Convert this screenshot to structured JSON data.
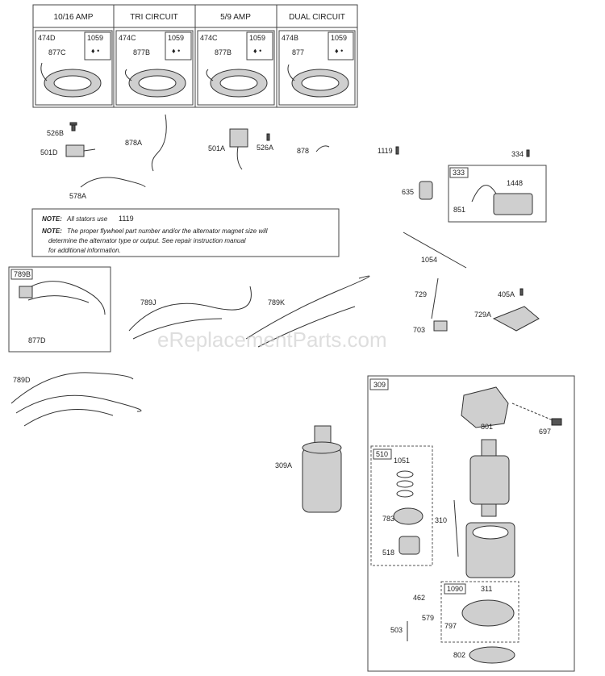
{
  "stators": [
    {
      "header": "10/16 AMP",
      "kit": "474D",
      "screw": "1059",
      "part": "877C"
    },
    {
      "header": "TRI CIRCUIT",
      "kit": "474C",
      "screw": "1059",
      "part": "877B"
    },
    {
      "header": "5/9 AMP",
      "kit": "474C",
      "screw": "1059",
      "part": "877B"
    },
    {
      "header": "DUAL CIRCUIT",
      "kit": "474B",
      "screw": "1059",
      "part": "877"
    }
  ],
  "labels": {
    "p526b": "526B",
    "p501d": "501D",
    "p578a": "578A",
    "p878a": "878A",
    "p501a": "501A",
    "p526a": "526A",
    "p878": "878",
    "p1119": "1119",
    "p334": "334",
    "p333": "333",
    "p1448": "1448",
    "p635": "635",
    "p851": "851",
    "p1054": "1054",
    "p789b": "789B",
    "p877d": "877D",
    "p789j": "789J",
    "p789k": "789K",
    "p729": "729",
    "p405a": "405A",
    "p703": "703",
    "p729a": "729A",
    "p789d": "789D",
    "p309": "309",
    "p309a": "309A",
    "p801": "801",
    "p697": "697",
    "p510": "510",
    "p1051": "1051",
    "p783": "783",
    "p518": "518",
    "p310": "310",
    "p1090": "1090",
    "p311": "311",
    "p462": "462",
    "p579": "579",
    "p797": "797",
    "p503": "503",
    "p802": "802"
  },
  "note": {
    "label1": "NOTE:",
    "line1": "All stators use",
    "line1_part": "1119",
    "label2": "NOTE:",
    "line2a": "The proper flywheel part number and/or the alternator magnet size will",
    "line2b": "determine the alternator type or output. See repair instruction manual",
    "line2c": "for additional information."
  },
  "watermark": "eReplacementParts.com"
}
